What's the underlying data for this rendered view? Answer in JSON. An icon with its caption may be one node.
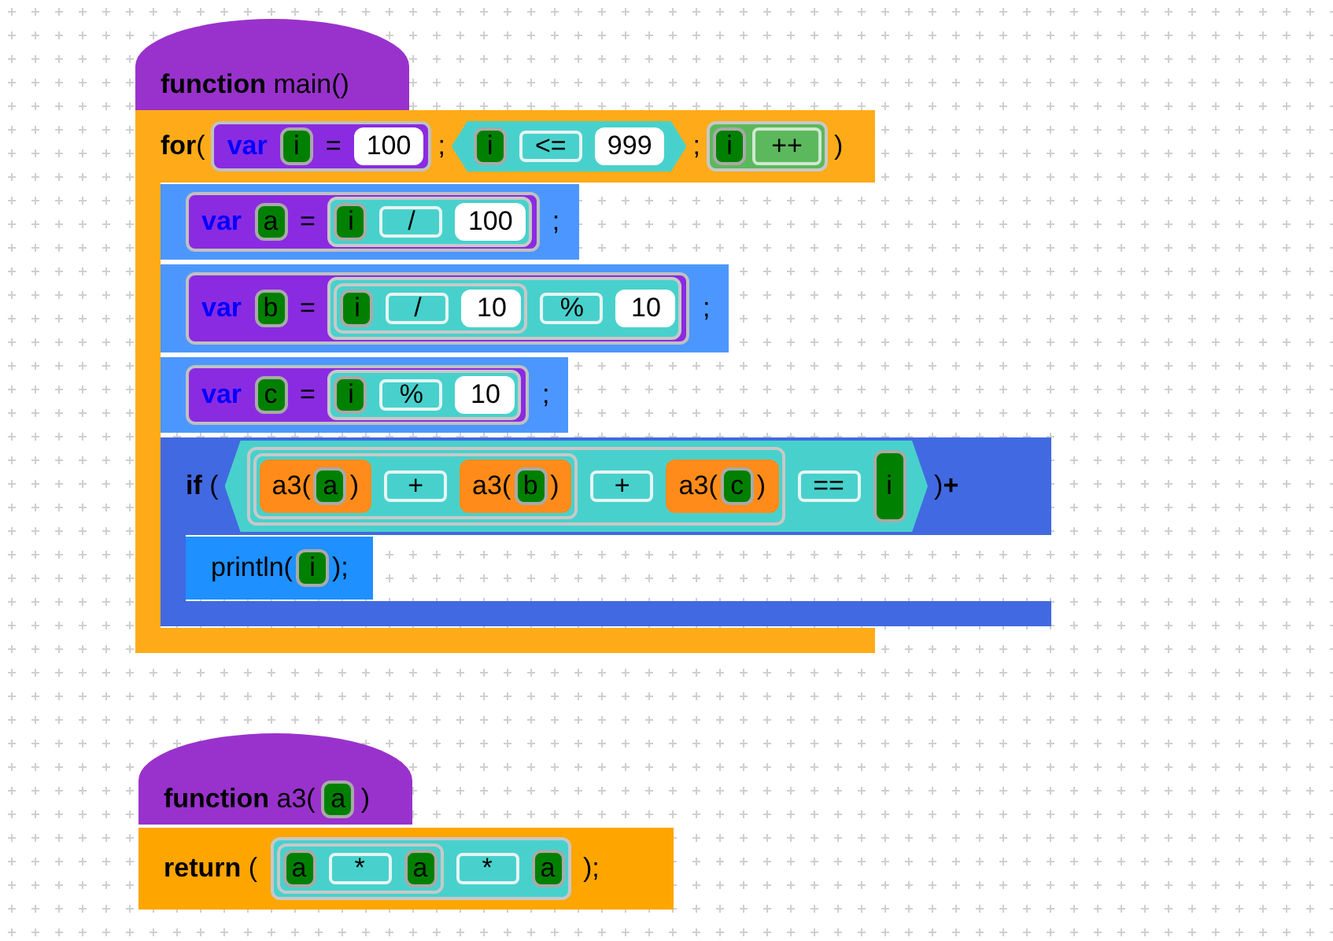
{
  "diagram": {
    "nodes": [
      {
        "text": [
          "**function** main()"
        ]
      },
      {
        "text": [
          "**for**(",
          ";",
          ";",
          ")"
        ]
      },
      {
        "text": [
          "var",
          "="
        ],
        "in": 1
      },
      {
        "text": [
          "i"
        ],
        "in": 2
      },
      {
        "text": [
          "100"
        ],
        "in": 2
      },
      {
        "text": [],
        "shape": "hexagon",
        "in": 1
      },
      {
        "text": [
          "i"
        ],
        "in": 5
      },
      {
        "text": [
          "<="
        ],
        "in": 5
      },
      {
        "text": [
          "999"
        ],
        "in": 5
      },
      {
        "text": [],
        "shape": "box",
        "in": 1
      },
      {
        "text": [
          "i"
        ],
        "in": 9
      },
      {
        "text": [
          "++"
        ],
        "in": 9
      },
      {
        "text": [
          ";"
        ],
        "in": 1
      },
      {
        "text": [
          "var",
          "="
        ],
        "in": 12
      },
      {
        "text": [
          "a"
        ],
        "in": 13
      },
      {
        "text": [],
        "shape": "box",
        "in": 13
      },
      {
        "text": [
          "i"
        ],
        "in": 15
      },
      {
        "text": [
          "/"
        ],
        "in": 15
      },
      {
        "text": [
          "100"
        ],
        "in": 15
      },
      {
        "text": [
          ";"
        ],
        "in": 1
      },
      {
        "text": [
          "var",
          "="
        ],
        "in": 19
      },
      {
        "text": [
          "b"
        ],
        "in": 20
      },
      {
        "text": [],
        "shape": "box",
        "in": 20
      },
      {
        "text": [],
        "shape": "box",
        "in": 22
      },
      {
        "text": [
          "i"
        ],
        "in": 23
      },
      {
        "text": [
          "/"
        ],
        "in": 23
      },
      {
        "text": [
          "10"
        ],
        "in": 23
      },
      {
        "text": [
          "%"
        ],
        "in": 22
      },
      {
        "text": [
          "10"
        ],
        "in": 22
      },
      {
        "text": [
          ";"
        ],
        "in": 1
      },
      {
        "text": [
          "var",
          "="
        ],
        "in": 29
      },
      {
        "text": [
          "c"
        ],
        "in": 30
      },
      {
        "text": [],
        "shape": "box",
        "in": 30
      },
      {
        "text": [
          "i"
        ],
        "in": 32
      },
      {
        "text": [
          "%"
        ],
        "in": 32
      },
      {
        "text": [
          "10"
        ],
        "in": 32
      },
      {
        "text": [
          "**if** (",
          ")**+**"
        ],
        "in": 1
      },
      {
        "text": [],
        "shape": "hexagon",
        "in": 36
      },
      {
        "text": [],
        "shape": "box",
        "in": 37
      },
      {
        "text": [],
        "shape": "box",
        "in": 38
      },
      {
        "text": [
          "a3(",
          ")"
        ],
        "in": 39
      },
      {
        "text": [
          "a"
        ],
        "in": 40
      },
      {
        "text": [
          "+"
        ],
        "in": 39
      },
      {
        "text": [
          "a3(",
          ")"
        ],
        "in": 39
      },
      {
        "text": [
          "b"
        ],
        "in": 43
      },
      {
        "text": [
          "+"
        ],
        "in": 38
      },
      {
        "text": [
          "a3(",
          ")"
        ],
        "in": 38
      },
      {
        "text": [
          "c"
        ],
        "in": 46
      },
      {
        "text": [
          "=="
        ],
        "in": 37
      },
      {
        "text": [
          "i"
        ],
        "in": 37
      },
      {
        "text": [
          "println(",
          ");"
        ],
        "in": 36
      },
      {
        "text": [
          "i"
        ],
        "in": 50
      },
      {
        "text": [
          "**function** a3(",
          ")"
        ]
      },
      {
        "text": [
          "a"
        ],
        "in": 52
      },
      {
        "text": [
          "**return** (",
          ");"
        ]
      },
      {
        "text": [],
        "shape": "box",
        "in": 54
      },
      {
        "text": [],
        "shape": "box",
        "in": 55
      },
      {
        "text": [
          "a"
        ],
        "in": 56
      },
      {
        "text": [
          "*"
        ],
        "in": 56
      },
      {
        "text": [
          "a"
        ],
        "in": 56
      },
      {
        "text": [
          "*"
        ],
        "in": 55
      },
      {
        "text": [
          "a"
        ],
        "in": 55
      }
    ]
  }
}
